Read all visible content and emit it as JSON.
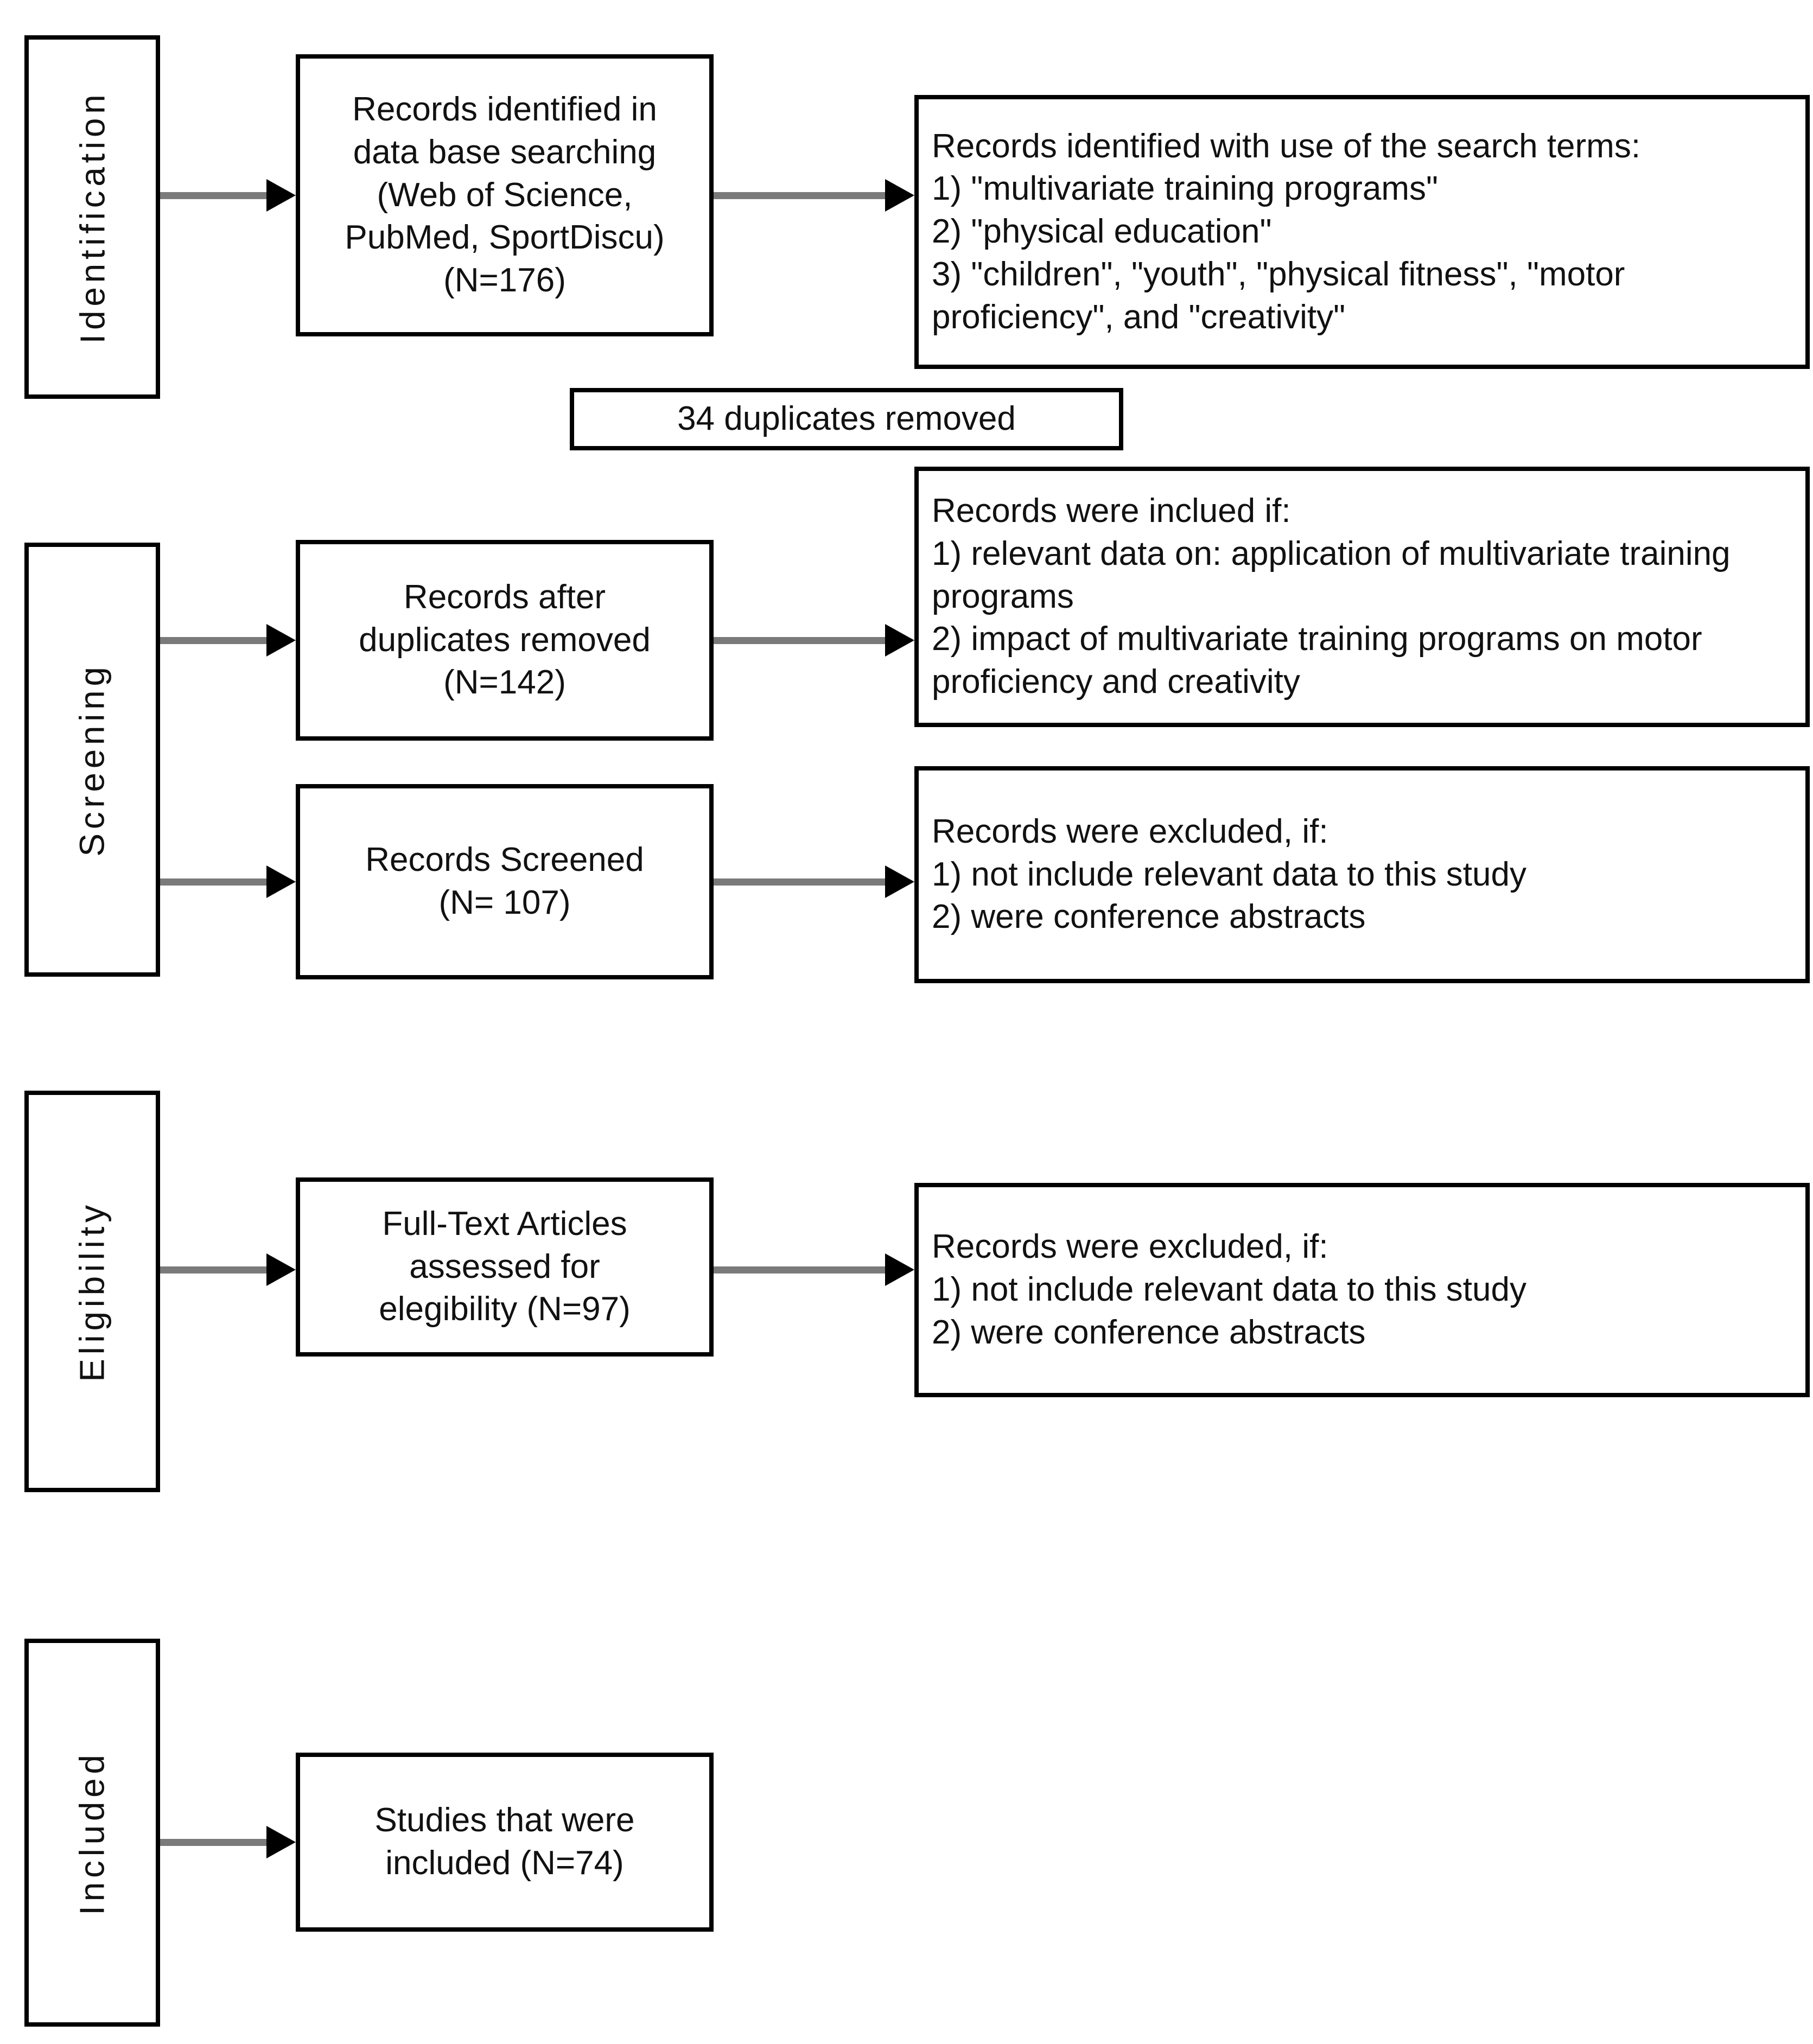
{
  "diagram": {
    "stages": [
      {
        "label": "Identification"
      },
      {
        "label": "Screening"
      },
      {
        "label": "Eligibility"
      },
      {
        "label": "Included"
      }
    ],
    "boxes": {
      "records_identified": {
        "lines": [
          "Records identified in",
          "data base searching",
          "(Web of Science,",
          "PubMed, SportDiscu)",
          "(N=176)"
        ]
      },
      "search_terms": {
        "lines": [
          "Records identified with use of the search terms:",
          "1) \"multivariate training programs\"",
          "2) \"physical education\"",
          "3) \"children\", \"youth\", \"physical fitness\", \"motor proficiency\", and \"creativity\""
        ]
      },
      "duplicates_removed": {
        "text": "34 duplicates removed"
      },
      "records_after_duplicates": {
        "lines": [
          "Records after",
          "duplicates removed",
          "(N=142)"
        ]
      },
      "inclusion_criteria": {
        "lines": [
          "Records were inclued if:",
          "1) relevant data on: application of multivariate training programs",
          "2) impact of multivariate training programs on motor proficiency and creativity"
        ]
      },
      "records_screened": {
        "lines": [
          "Records Screened",
          "(N= 107)"
        ]
      },
      "screening_exclusion": {
        "lines": [
          "Records were excluded, if:",
          "1) not include relevant data to this study",
          "2) were conference abstracts"
        ]
      },
      "full_text_assessed": {
        "lines": [
          "Full-Text Articles",
          "assessed for",
          "elegibility (N=97)"
        ]
      },
      "eligibility_exclusion": {
        "lines": [
          "Records were excluded, if:",
          "1) not include relevant data to this study",
          "2) were conference abstracts"
        ]
      },
      "studies_included": {
        "lines": [
          "Studies that were",
          "included (N=74)"
        ]
      }
    },
    "colors": {
      "border": "#000000",
      "arrow_shaft": "#7a7a7a",
      "arrow_head": "#000000",
      "text": "#111111",
      "background": "#ffffff"
    }
  }
}
